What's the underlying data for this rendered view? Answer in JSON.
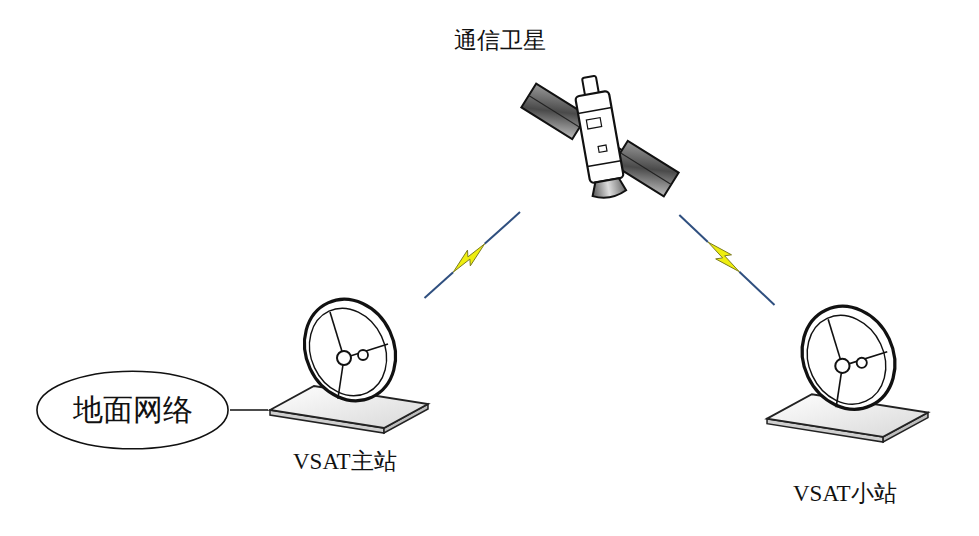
{
  "diagram": {
    "nodes": [
      {
        "text": [
          "通信卫星"
        ]
      },
      {
        "text": [
          "地面网络"
        ]
      },
      {
        "text": [
          "VSAT主站"
        ]
      },
      {
        "text": [
          "VSAT小站"
        ]
      }
    ],
    "edges": [
      {
        "from": 1,
        "to": 2,
        "arrow": "none"
      },
      {
        "from": 2,
        "to": 0,
        "arrow": "none"
      },
      {
        "from": 0,
        "to": 3,
        "arrow": "none"
      }
    ]
  }
}
